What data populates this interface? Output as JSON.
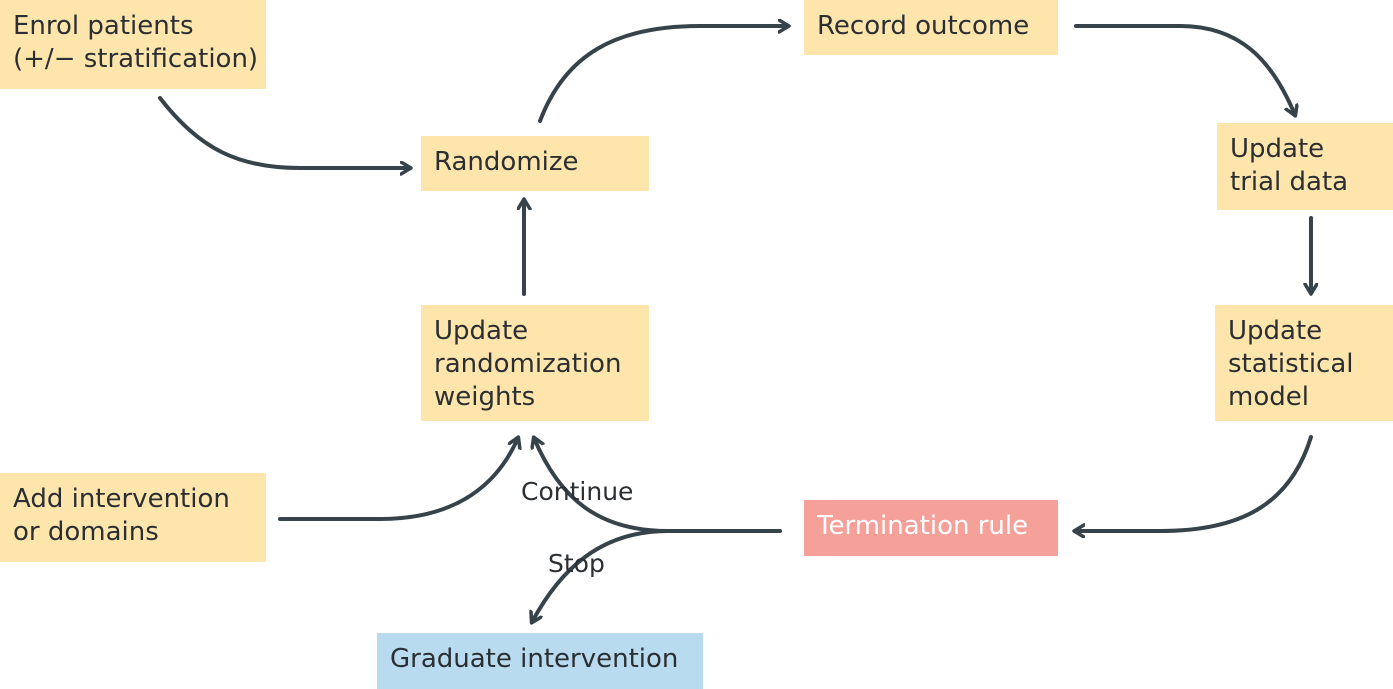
{
  "nodes": {
    "enrol": {
      "line1": "Enrol patients",
      "line2": "(+/− stratification)"
    },
    "randomize": {
      "line1": "Randomize"
    },
    "record": {
      "line1": "Record outcome"
    },
    "trial": {
      "line1": "Update",
      "line2": "trial data"
    },
    "model": {
      "line1": "Update",
      "line2": "statistical",
      "line3": "model"
    },
    "termination": {
      "line1": "Termination rule"
    },
    "weights": {
      "line1": "Update",
      "line2": "randomization",
      "line3": "weights"
    },
    "add": {
      "line1": "Add intervention",
      "line2": "or domains"
    },
    "graduate": {
      "line1": "Graduate intervention"
    }
  },
  "edge_labels": {
    "continue": "Continue",
    "stop": "Stop"
  },
  "colors": {
    "box_default": "#fde5ac",
    "termination": "#f6a09a",
    "graduate": "#b9dbef",
    "arrow": "#36434a"
  }
}
